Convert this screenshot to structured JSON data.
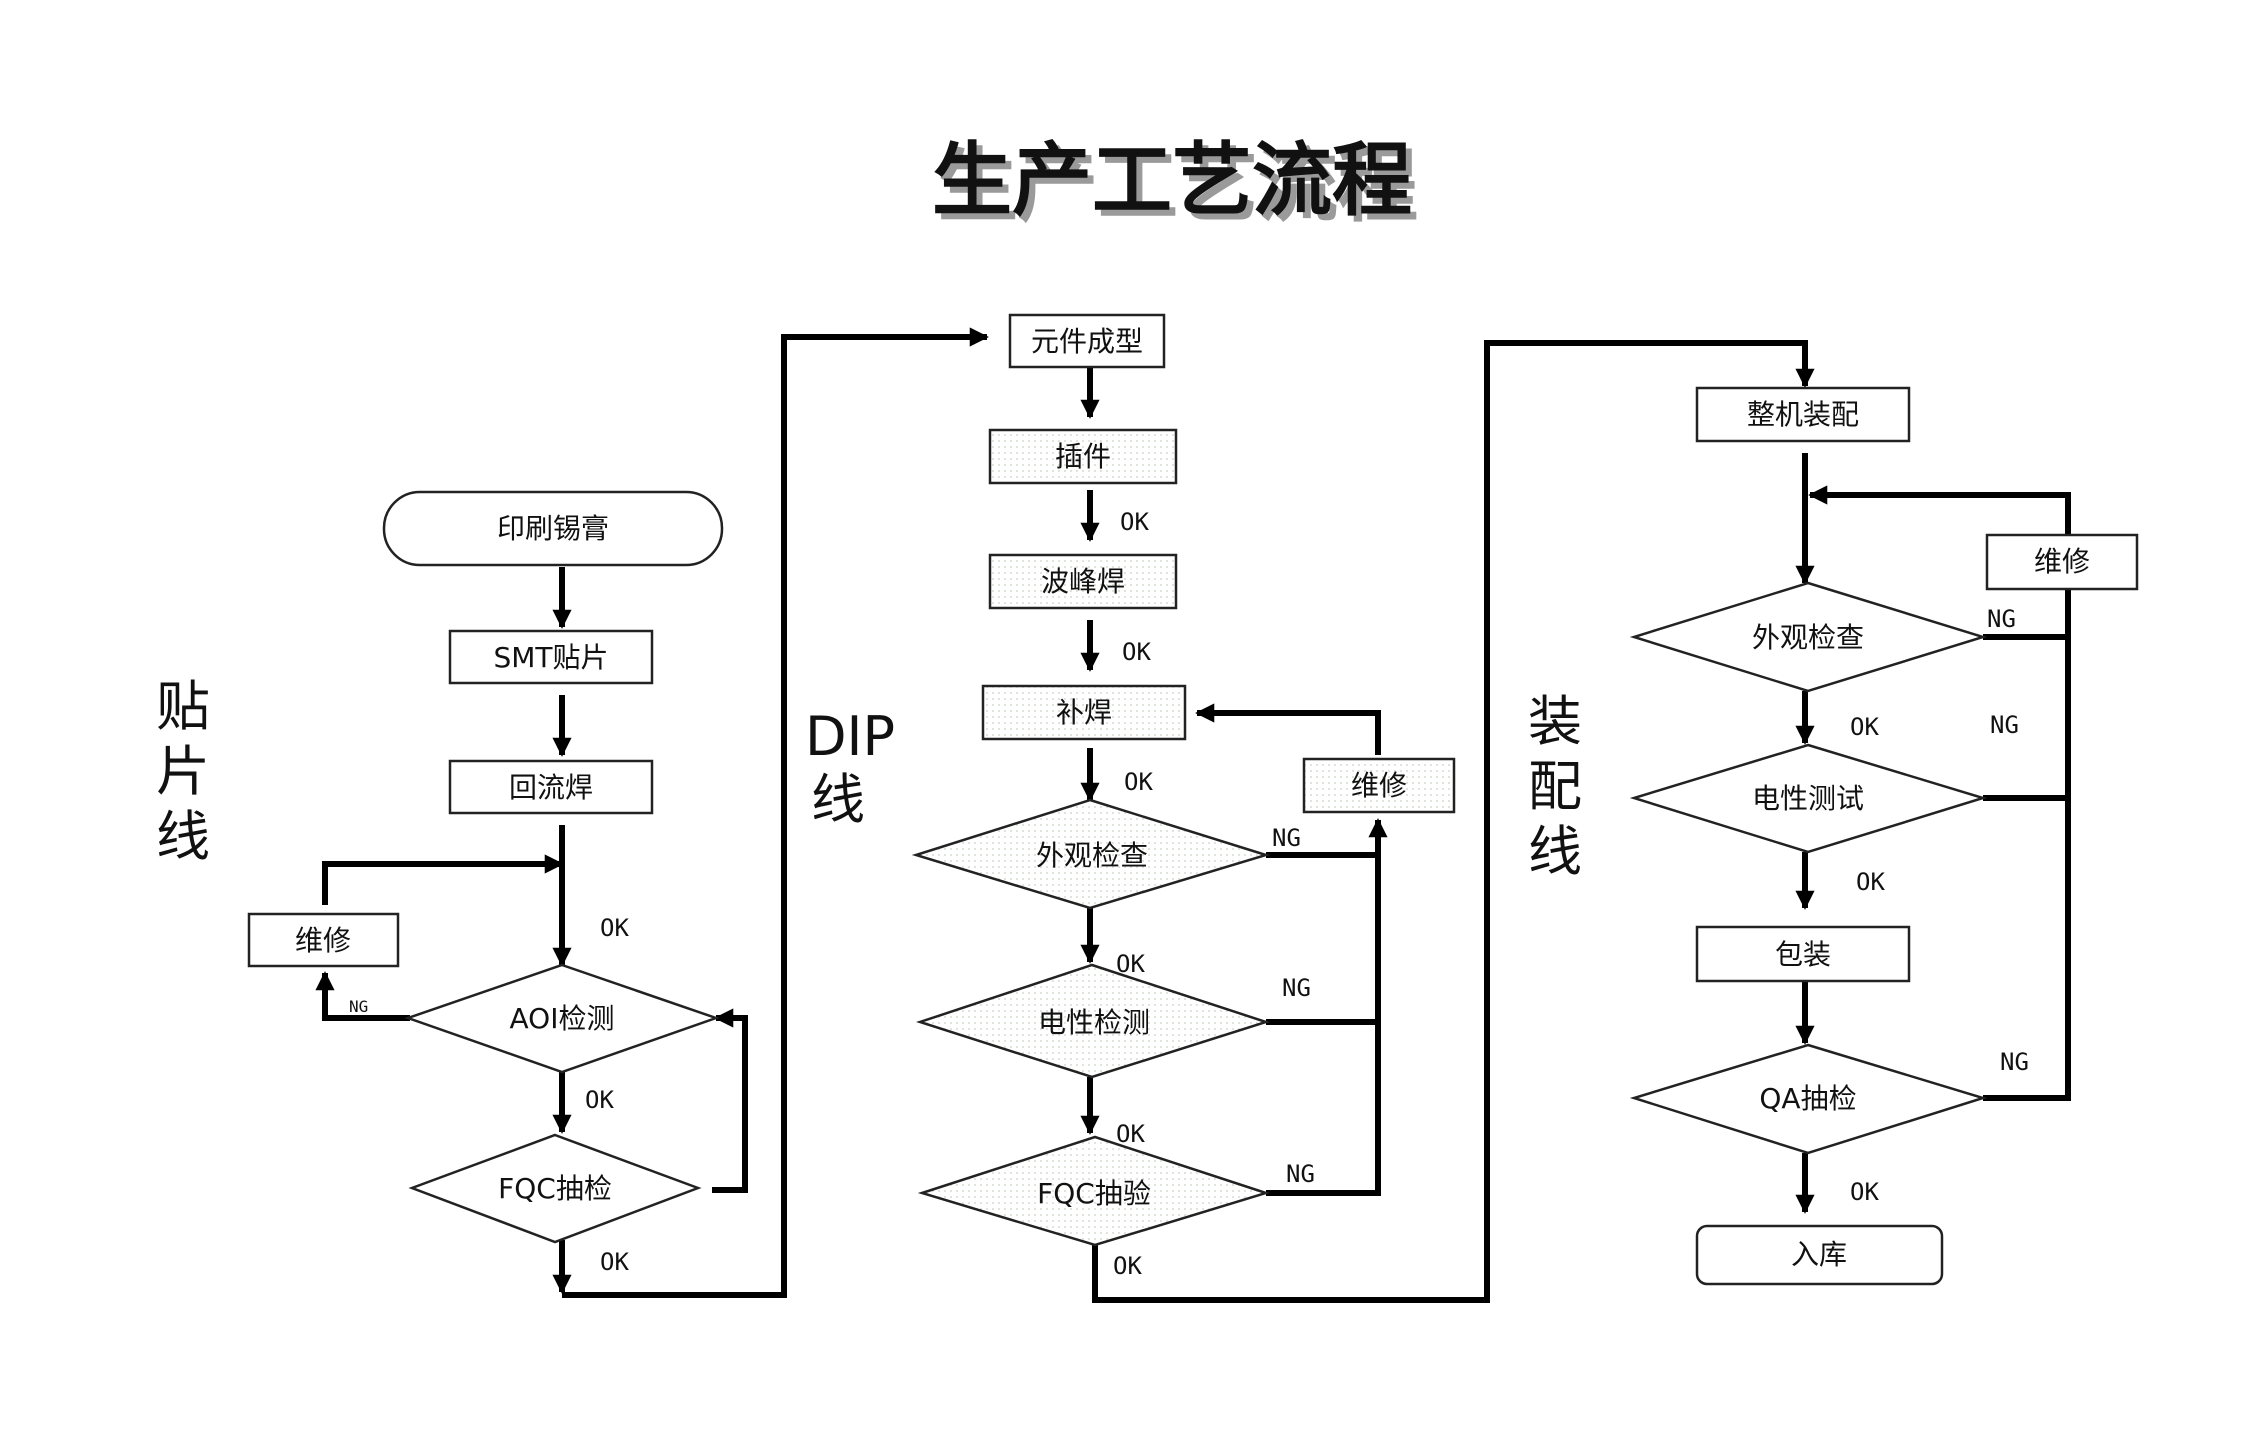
{
  "title": "生产工艺流程",
  "lanes": {
    "smt": "贴片线",
    "dip": "DIP线",
    "assembly": "装配线"
  },
  "nodes": {
    "print_paste": "印刷锡膏",
    "smt_mount": "SMT贴片",
    "reflow": "回流焊",
    "smt_repair": "维修",
    "aoi": "AOI检测",
    "smt_fqc": "FQC抽检",
    "forming": "元件成型",
    "insert": "插件",
    "wave": "波峰焊",
    "touchup": "补焊",
    "dip_repair": "维修",
    "dip_visual": "外观检查",
    "dip_electric": "电性检测",
    "dip_fqc": "FQC抽验",
    "final_assembly": "整机装配",
    "asm_repair": "维修",
    "asm_visual": "外观检查",
    "asm_electric": "电性测试",
    "packing": "包装",
    "qa": "QA抽检",
    "warehouse": "入库"
  },
  "labels": {
    "ok": "OK",
    "ng": "NG"
  }
}
